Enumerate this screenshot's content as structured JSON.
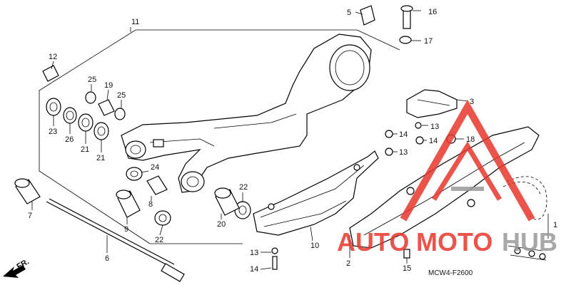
{
  "diagram": {
    "code": "MCW4-F2600",
    "direction_label": "FR.",
    "callouts": {
      "c1": "1",
      "c2": "2",
      "c3": "3",
      "c5": "5",
      "c6": "6",
      "c7": "7",
      "c8": "8",
      "c9": "9",
      "c10": "10",
      "c11": "11",
      "c12": "12",
      "c13a": "13",
      "c13b": "13",
      "c13c": "13",
      "c14a": "14",
      "c14b": "14",
      "c14c": "14",
      "c15": "15",
      "c16": "16",
      "c17": "17",
      "c18": "18",
      "c19": "19",
      "c20": "20",
      "c21a": "21",
      "c21b": "21",
      "c22a": "22",
      "c22b": "22",
      "c23": "23",
      "c24": "24",
      "c25a": "25",
      "c25b": "25",
      "c26": "26"
    }
  },
  "watermark": {
    "text_a": "AUTO",
    "text_b": "MOTO",
    "text_c": "HUB",
    "color_primary": "#e8372c",
    "color_secondary": "#9a9a9a"
  }
}
